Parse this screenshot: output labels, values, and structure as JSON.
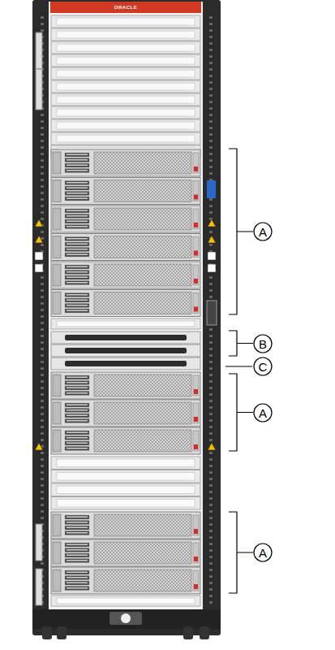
{
  "diagram": {
    "labels": [
      "ORACLE",
      "A",
      "B",
      "C",
      "A",
      "A"
    ]
  }
}
